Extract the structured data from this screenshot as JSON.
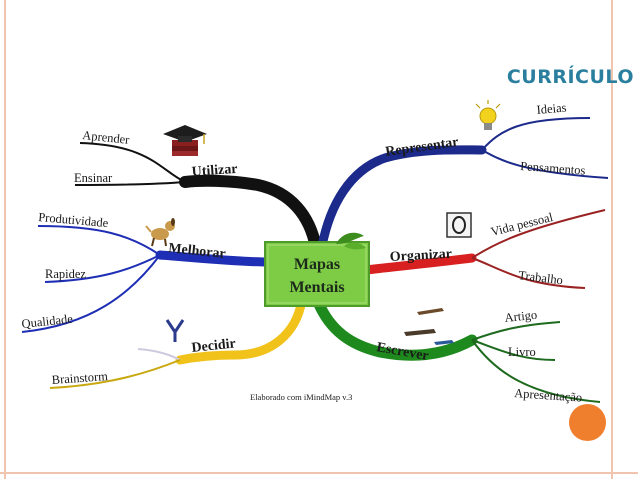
{
  "slide": {
    "title": "CURRÍCULO"
  },
  "center": {
    "line1": "Mapas",
    "line2": "Mentais"
  },
  "branches": {
    "utilizar": {
      "label": "Utilizar",
      "color": "#111111",
      "subs": [
        "Aprender",
        "Ensinar"
      ]
    },
    "melhorar": {
      "label": "Melhorar",
      "color": "#1f2fb5",
      "subs": [
        "Produtividade",
        "Rapidez",
        "Qualidade"
      ]
    },
    "decidir": {
      "label": "Decidir",
      "color": "#f0c21a",
      "subs": [
        "Brainstorm"
      ]
    },
    "representar": {
      "label": "Representar",
      "color": "#1c2a8c",
      "subs": [
        "Ideias",
        "Pensamentos"
      ]
    },
    "organizar": {
      "label": "Organizar",
      "color": "#d82020",
      "subs": [
        "Vida pessoal",
        "Trabalho"
      ]
    },
    "escrever": {
      "label": "Escrever",
      "color": "#1e8a1e",
      "subs": [
        "Artigo",
        "Livro",
        "Apresentação"
      ]
    }
  },
  "credit": "Elaborado com iMindMap v.3",
  "icons": [
    "graduation-cap-icon",
    "dog-icon",
    "y-shape-icon",
    "lightbulb-icon",
    "clock-icon",
    "pens-icon",
    "leaf-icon"
  ],
  "colors": {
    "center_fill": "#7ecb45",
    "center_border": "#4e9a2a",
    "title": "#2a7f9e",
    "accent_dot": "#f07f2d",
    "frame": "#f0c4ad"
  }
}
